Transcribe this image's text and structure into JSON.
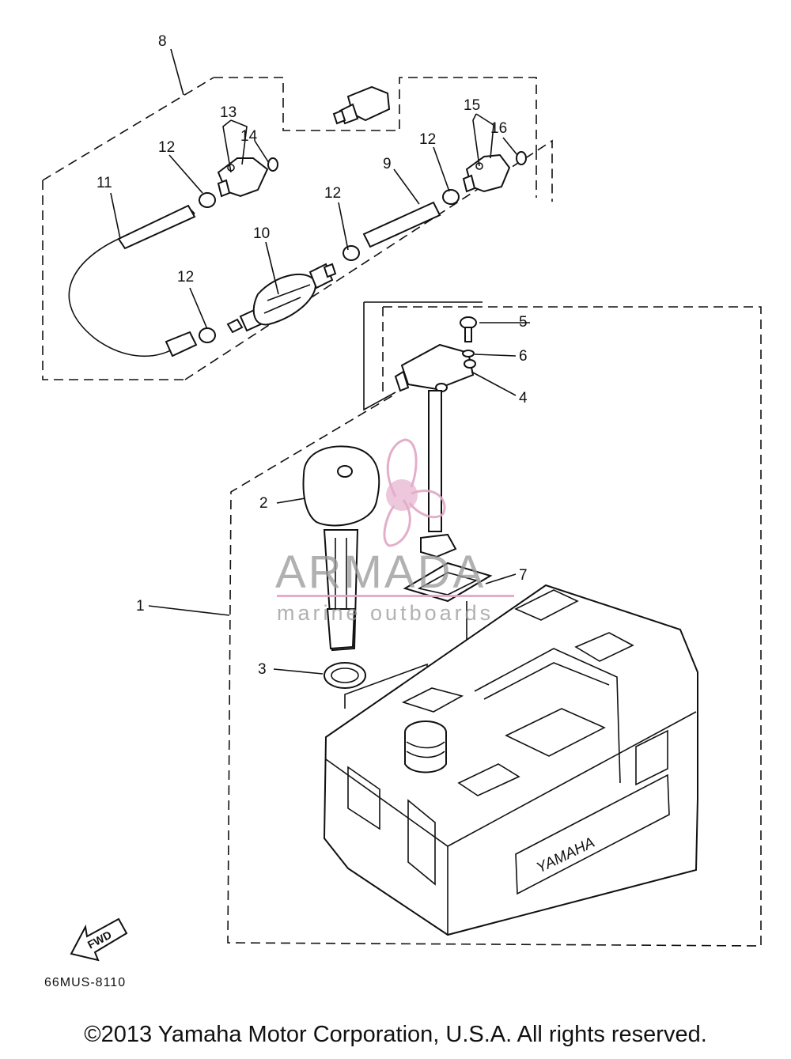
{
  "diagram": {
    "callouts": [
      "1",
      "2",
      "3",
      "4",
      "5",
      "6",
      "7",
      "8",
      "9",
      "10",
      "11",
      "12",
      "12",
      "12",
      "12",
      "13",
      "14",
      "15",
      "16"
    ],
    "tank_brand": "YAMAHA",
    "fwd_label": "FWD",
    "diagram_code": "66MUS-8110"
  },
  "watermark": {
    "name": "ARMADA",
    "tagline": "marine outboards",
    "color": "#e2a6c6"
  },
  "footer": {
    "copyright": "©2013 Yamaha Motor Corporation, U.S.A. All rights reserved."
  }
}
